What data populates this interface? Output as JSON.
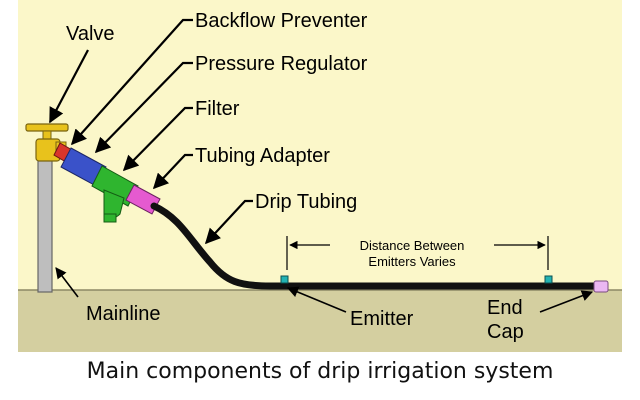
{
  "labels": {
    "valve": "Valve",
    "backflow": "Backflow Preventer",
    "pressure": "Pressure Regulator",
    "filter": "Filter",
    "adapter": "Tubing Adapter",
    "tubing": "Drip Tubing",
    "distance_line1": "Distance Between",
    "distance_line2": "Emitters Varies",
    "mainline": "Mainline",
    "emitter": "Emitter",
    "endcap_line1": "End",
    "endcap_line2": "Cap"
  },
  "caption": "Main components of drip irrigation system",
  "colors": {
    "background": "#FBF7C9",
    "ground": "#D4CFA0",
    "valve": "#E8C21C",
    "backflow": "#D9352B",
    "regulator": "#3A52C9",
    "filter": "#2FB52F",
    "adapter": "#E55AD0",
    "tubing": "#111111",
    "emitter": "#22B3B3",
    "endcap": "#EBB7F2",
    "pipe": "#BEBEBE"
  }
}
